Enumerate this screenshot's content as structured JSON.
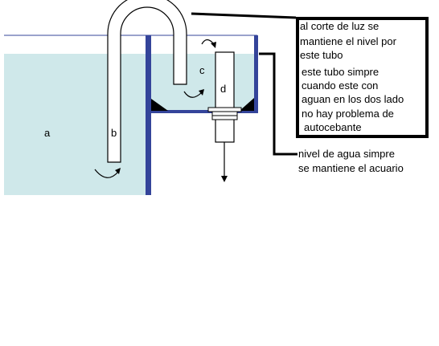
{
  "labels": {
    "a": "a",
    "b": "b",
    "c": "c",
    "d": "d"
  },
  "note_box": {
    "lines": [
      "al corte de luz se",
      "mantiene el nivel por",
      "este tubo",
      "este tubo simpre",
      "cuando este con",
      "aguan en los dos lado",
      "no hay problema de",
      "autocebante"
    ]
  },
  "level_note": {
    "lines": [
      "nivel de agua simpre",
      "se mantiene el acuario"
    ]
  },
  "colors": {
    "water": "#cfe8ea",
    "wall": "#34449a",
    "stroke": "#000000",
    "background": "#ffffff"
  }
}
